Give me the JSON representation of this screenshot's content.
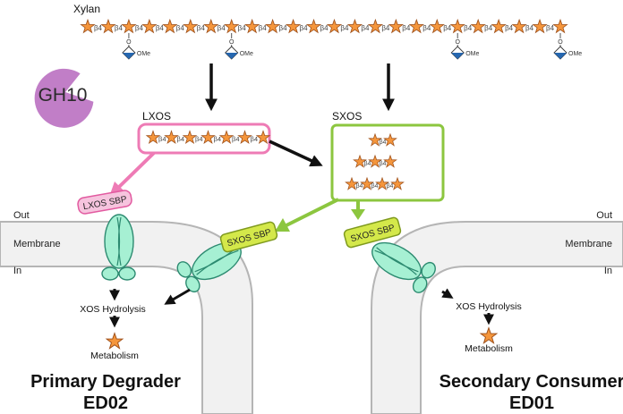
{
  "xylan_label": "Xylan",
  "chain_linkage": "β4",
  "side_chain_label": "O",
  "methyl_label": "OMe",
  "enzyme_label": "GH10",
  "lxos_label": "LXOS",
  "sxos_label": "SXOS",
  "lxos_sbp_label": "LXOS SBP",
  "sxos_sbp_label": "SXOS SBP",
  "out_label": "Out",
  "membrane_label": "Membrane",
  "in_label": "In",
  "hydrolysis_label": "XOS Hydrolysis",
  "metabolism_label": "Metabolism",
  "primary": {
    "title": "Primary Degrader",
    "code": "ED02"
  },
  "secondary": {
    "title": "Secondary Consumer",
    "code": "ED01"
  },
  "colors": {
    "sugar": "#f5963c",
    "sugar_outline": "#a0521c",
    "lxos_border": "#ee7bb5",
    "sxos_border": "#8cc63f",
    "sbp_fill": "#d4e84a",
    "transporter": "#a6f0d3",
    "transporter_outline": "#2c8a70",
    "membrane": "#f1f1f1",
    "membrane_outline": "#b5b5b5",
    "gh10": "#c17ec7",
    "methyl_blue": "#2667b0"
  }
}
